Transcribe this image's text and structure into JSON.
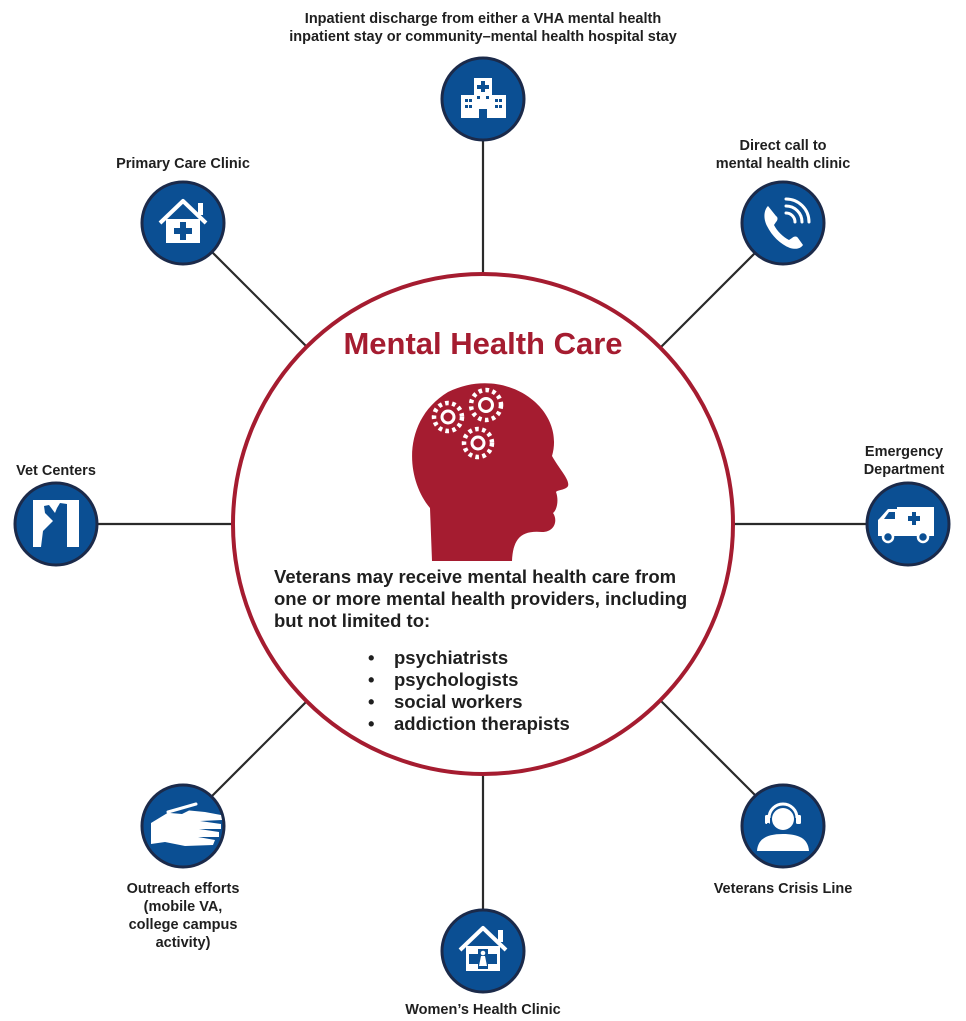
{
  "center": {
    "title": "Mental Health Care",
    "description_lines": [
      "Veterans may receive mental health care from",
      "one or more mental health providers, including",
      "but not limited to:"
    ],
    "providers": [
      "psychiatrists",
      "psychologists",
      "social workers",
      "addiction therapists"
    ]
  },
  "entry_points": {
    "inpatient": {
      "lines": [
        "Inpatient discharge from either a VHA mental health",
        "inpatient stay or community–mental health hospital stay"
      ],
      "icon": "hospital-icon"
    },
    "primary_care": {
      "lines": [
        "Primary Care Clinic"
      ],
      "icon": "house-medical-cross-icon"
    },
    "direct_call": {
      "lines": [
        "Direct call to",
        "mental health clinic"
      ],
      "icon": "phone-call-icon"
    },
    "vet_centers": {
      "lines": [
        "Vet Centers"
      ],
      "icon": "saluting-soldier-icon"
    },
    "emergency": {
      "lines": [
        "Emergency",
        "Department"
      ],
      "icon": "ambulance-icon"
    },
    "outreach": {
      "lines": [
        "Outreach efforts",
        "(mobile VA,",
        "college campus",
        "activity)"
      ],
      "icon": "helping-hand-icon"
    },
    "crisis_line": {
      "lines": [
        "Veterans Crisis Line"
      ],
      "icon": "headset-operator-icon"
    },
    "womens": {
      "lines": [
        "Women’s Health Clinic"
      ],
      "icon": "house-woman-cross-icon"
    }
  },
  "colors": {
    "node_blue": "#0b4f93",
    "node_outline": "#1b2a4a",
    "accent_red": "#a51c30",
    "connector": "#2a2a2a"
  }
}
